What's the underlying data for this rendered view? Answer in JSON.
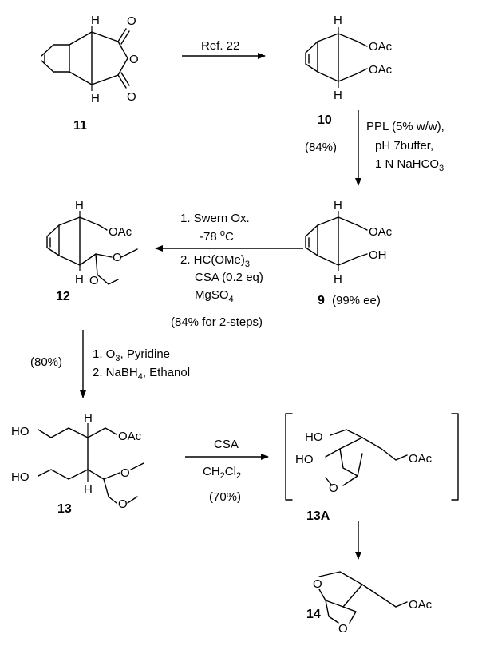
{
  "compounds": {
    "c11": "11",
    "c10": "10",
    "c9": "9",
    "c12": "12",
    "c13": "13",
    "c13a": "13A",
    "c14": "14"
  },
  "atoms": {
    "H": "H",
    "O": "O",
    "OAc": "OAc",
    "OH": "OH",
    "HO": "HO"
  },
  "steps": {
    "s1": {
      "label": "Ref. 22"
    },
    "s2": {
      "yield": "(84%)",
      "line1": "PPL (5% w/w),",
      "line2": "pH 7buffer,",
      "line3_main": "1 N NaHCO",
      "line3_sub": "3"
    },
    "s3": {
      "line1": "1.  Swern Ox.",
      "line2_main": "-78 ",
      "line2_sup": "o",
      "line2_end": "C",
      "line3_main": "2.  HC(OMe)",
      "line3_sub": "3",
      "line4": "CSA (0.2 eq)",
      "line5": "MgSO",
      "line5_sub": "4",
      "yield": "(84% for 2-steps)"
    },
    "s4": {
      "yield": "(80%)",
      "line1_a": "1. O",
      "line1_sub": "3",
      "line1_b": ", Pyridine",
      "line2_a": "2. NaBH",
      "line2_sub": "4",
      "line2_b": ", Ethanol"
    },
    "s5": {
      "line1": "CSA",
      "line2_a": "CH",
      "line2_sub1": "2",
      "line2_b": "Cl",
      "line2_sub2": "2",
      "yield": "(70%)"
    }
  },
  "ee_note": "(99% ee)"
}
